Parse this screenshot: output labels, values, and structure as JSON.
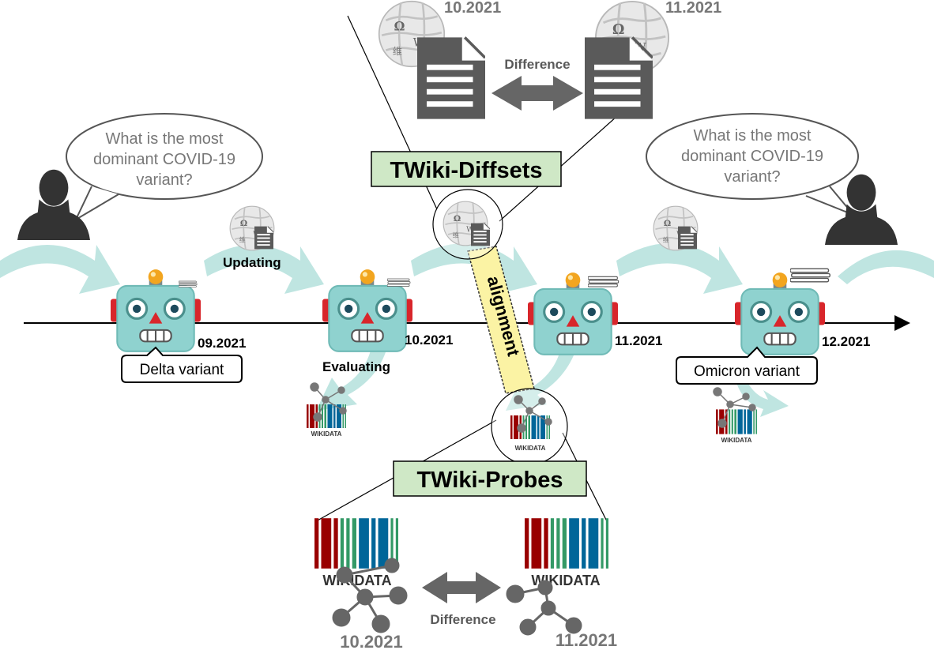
{
  "wiki_top": {
    "date_left": "10.2021",
    "date_right": "11.2021",
    "difference_label": "Difference",
    "title": "TWiki-Diffsets"
  },
  "speech": {
    "left_text": [
      "What is the most",
      "dominant COVID-19",
      "variant?"
    ],
    "right_text": [
      "What is the most",
      "dominant COVID-19",
      "variant?"
    ]
  },
  "timeline": {
    "dates": [
      "09.2021",
      "10.2021",
      "11.2021",
      "12.2021"
    ],
    "updating_label": "Updating",
    "evaluating_label": "Evaluating",
    "alignment_label": "alignment",
    "answer_left": "Delta variant",
    "answer_right": "Omicron variant"
  },
  "wikidata": {
    "logo_text": "WIKIDATA",
    "title": "TWiki-Probes",
    "date_left": "10.2021",
    "date_right": "11.2021",
    "difference_label": "Difference"
  },
  "colors": {
    "arrow_teal": "#bfe5e1",
    "label_green": "#cfe8c6",
    "alignment_yellow": "#fbf3a4",
    "robot_face": "#8fd2cf",
    "robot_ear": "#d8262b",
    "bulb": "#f2a51f",
    "wikidata_red": "#990000",
    "wikidata_green": "#339966",
    "wikidata_blue": "#006699",
    "gray_text": "#777777",
    "dark_gray": "#595959"
  }
}
